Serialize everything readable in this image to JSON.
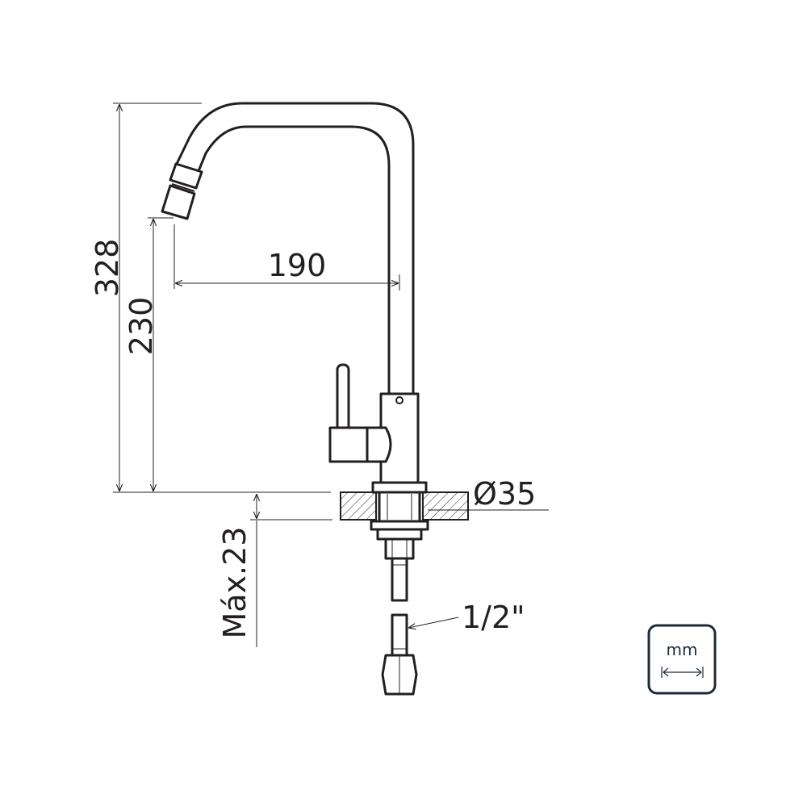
{
  "dimensions": {
    "total_height": "328",
    "spout_height": "230",
    "spout_reach": "190",
    "hole_diameter": "Ø35",
    "max_thickness": "Máx.23",
    "hose_thread": "1/2\""
  },
  "unit_badge": {
    "label": "mm",
    "icon": "double-arrow-icon",
    "color": "#1e2a3a"
  },
  "colors": {
    "line": "#231f20",
    "background": "#ffffff"
  }
}
